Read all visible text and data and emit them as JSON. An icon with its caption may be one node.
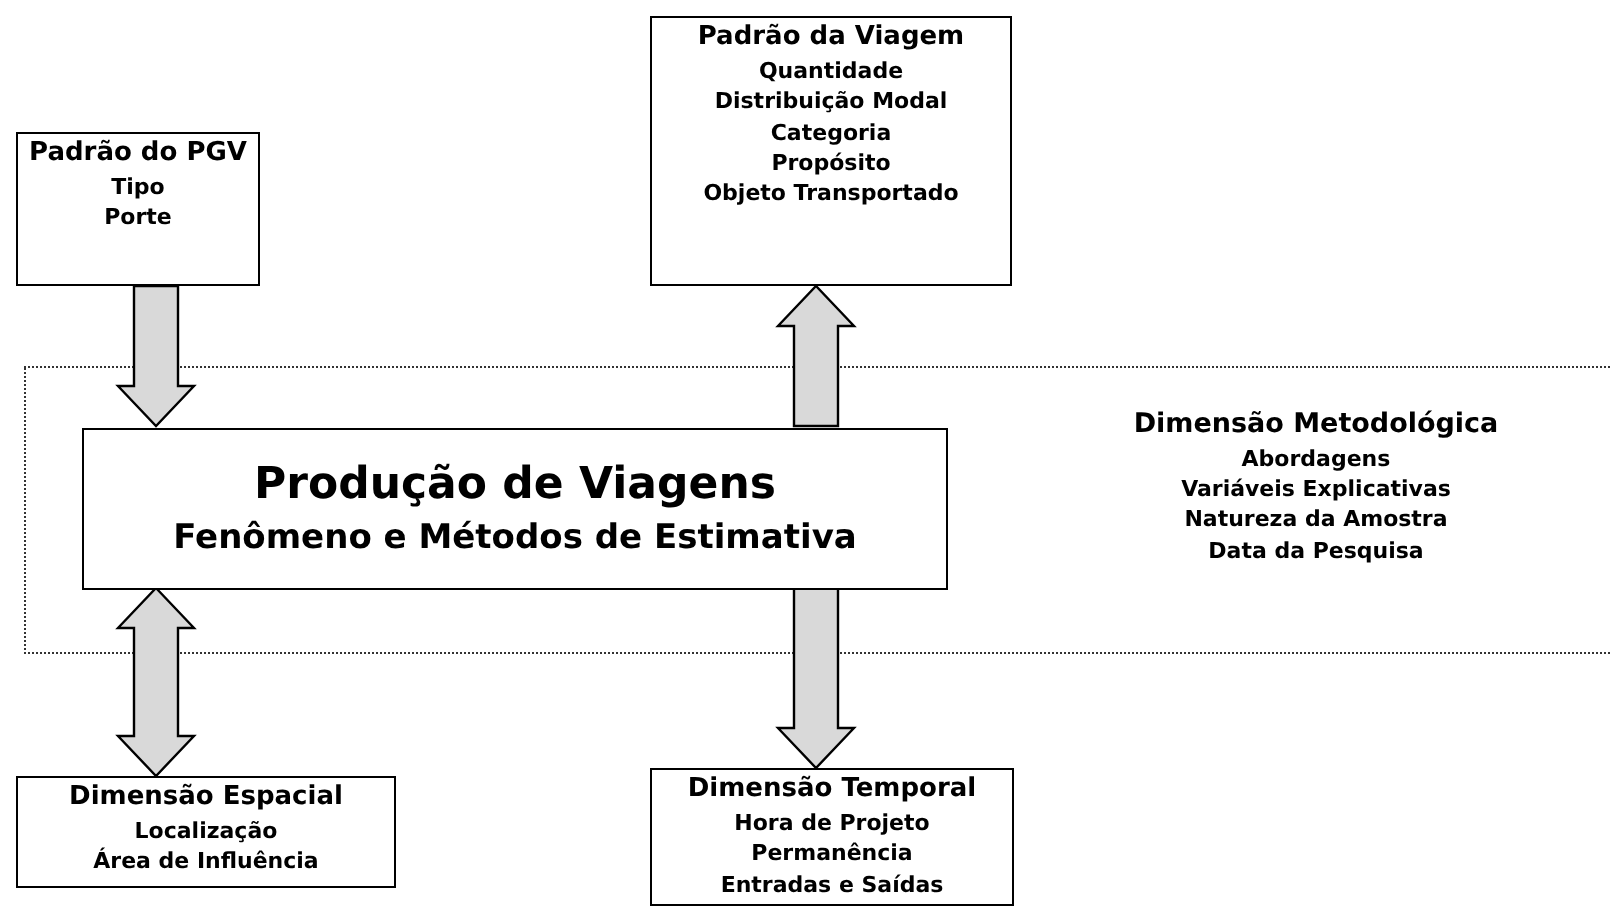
{
  "diagram": {
    "nodes": [
      {
        "text": [
          "Dimensão Metodológica",
          "Abordagens",
          "Variáveis Explicativas",
          "Natureza da Amostra",
          "Data da Pesquisa"
        ]
      },
      {
        "text": [
          "Padrão do PGV",
          "Tipo",
          "Porte"
        ]
      },
      {
        "text": [
          "Padrão da Viagem",
          "Quantidade",
          "Distribuição Modal",
          "Categoria",
          "Propósito",
          "Objeto Transportado"
        ]
      },
      {
        "text": [
          "Produção de Viagens",
          "Fenômeno e Métodos de Estimativa"
        ],
        "in": 0
      },
      {
        "text": [
          "Dimensão Espacial",
          "Localização",
          "Área de Influência"
        ]
      },
      {
        "text": [
          "Dimensão Temporal",
          "Hora de Projeto",
          "Permanência",
          "Entradas e Saídas"
        ]
      }
    ],
    "edges": [
      {
        "from": 1,
        "to": 3,
        "arrow": "to"
      },
      {
        "from": 3,
        "to": 2,
        "arrow": "to"
      },
      {
        "from": 3,
        "to": 4,
        "arrow": "both"
      },
      {
        "from": 3,
        "to": 5,
        "arrow": "to"
      }
    ]
  }
}
